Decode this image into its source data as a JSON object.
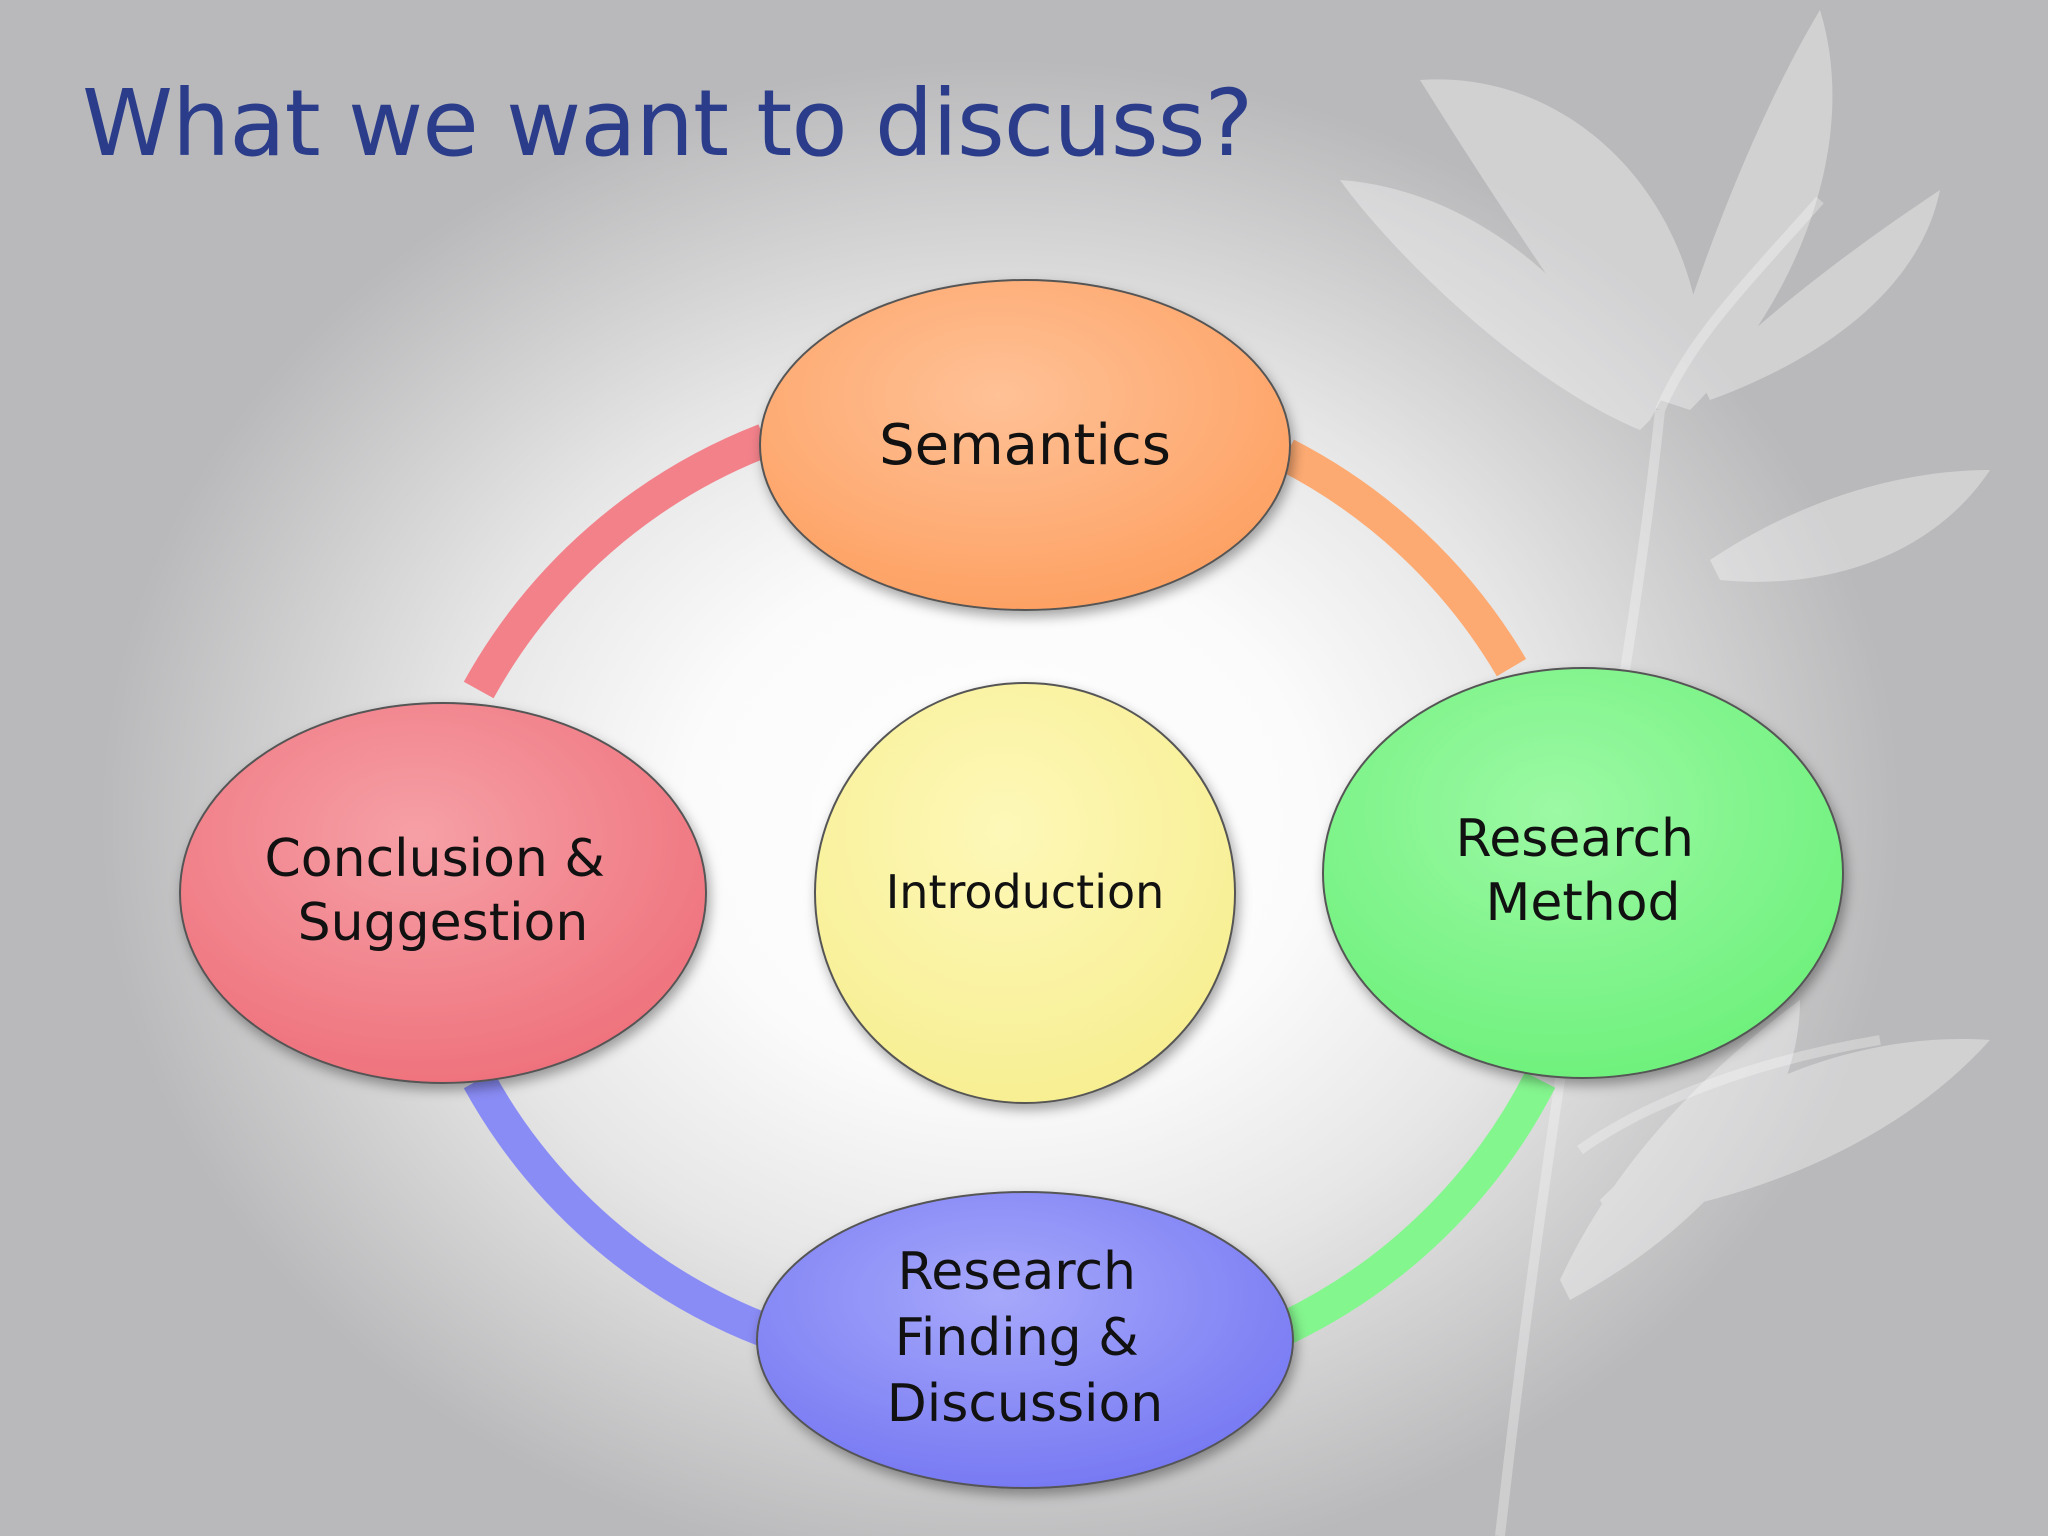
{
  "slide": {
    "title": "What we want to discuss?"
  },
  "diagram": {
    "center": {
      "label": "Introduction",
      "color": "#fbf5a0"
    },
    "nodes": [
      {
        "id": "semantics",
        "lines": [
          "Semantics"
        ],
        "color": "#fdaa72"
      },
      {
        "id": "research-method",
        "lines": [
          "Research",
          "Method"
        ],
        "color": "#84f68e"
      },
      {
        "id": "research-finding",
        "lines": [
          "Research",
          "Finding &",
          "Discussion"
        ],
        "color": "#8a8cf6"
      },
      {
        "id": "conclusion",
        "lines": [
          "Conclusion &",
          "Suggestion"
        ],
        "color": "#f2818a"
      }
    ],
    "arc_colors": {
      "top_right": "#fdaa72",
      "right_bottom": "#84f68e",
      "bottom_left": "#8a8cf6",
      "left_top": "#f2818a"
    }
  }
}
